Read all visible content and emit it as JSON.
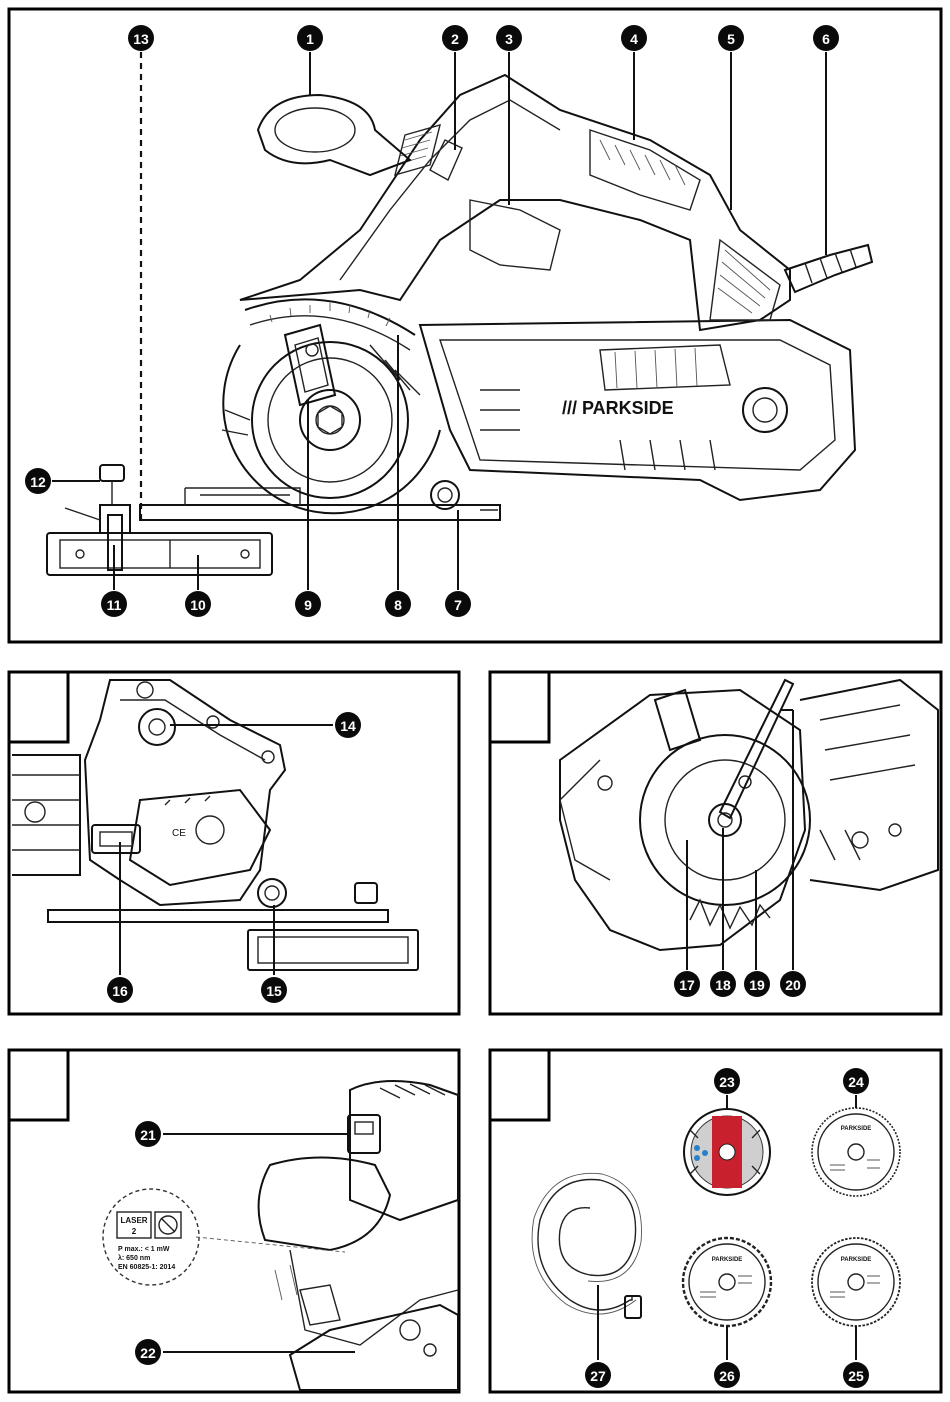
{
  "callouts": {
    "n1": "1",
    "n2": "2",
    "n3": "3",
    "n4": "4",
    "n5": "5",
    "n6": "6",
    "n7": "7",
    "n8": "8",
    "n9": "9",
    "n10": "10",
    "n11": "11",
    "n12": "12",
    "n13": "13",
    "n14": "14",
    "n15": "15",
    "n16": "16",
    "n17": "17",
    "n18": "18",
    "n19": "19",
    "n20": "20",
    "n21": "21",
    "n22": "22",
    "n23": "23",
    "n24": "24",
    "n25": "25",
    "n26": "26",
    "n27": "27"
  },
  "brand": {
    "logo_text": "/// PARKSIDE"
  },
  "blade_label": {
    "brand": "PARKSIDE"
  },
  "laser_label": {
    "class_line1": "LASER",
    "class_line2": "2",
    "power": "P max.: < 1 mW",
    "wavelength": "λ: 650 nm",
    "standard": "EN 60825-1: 2014"
  }
}
